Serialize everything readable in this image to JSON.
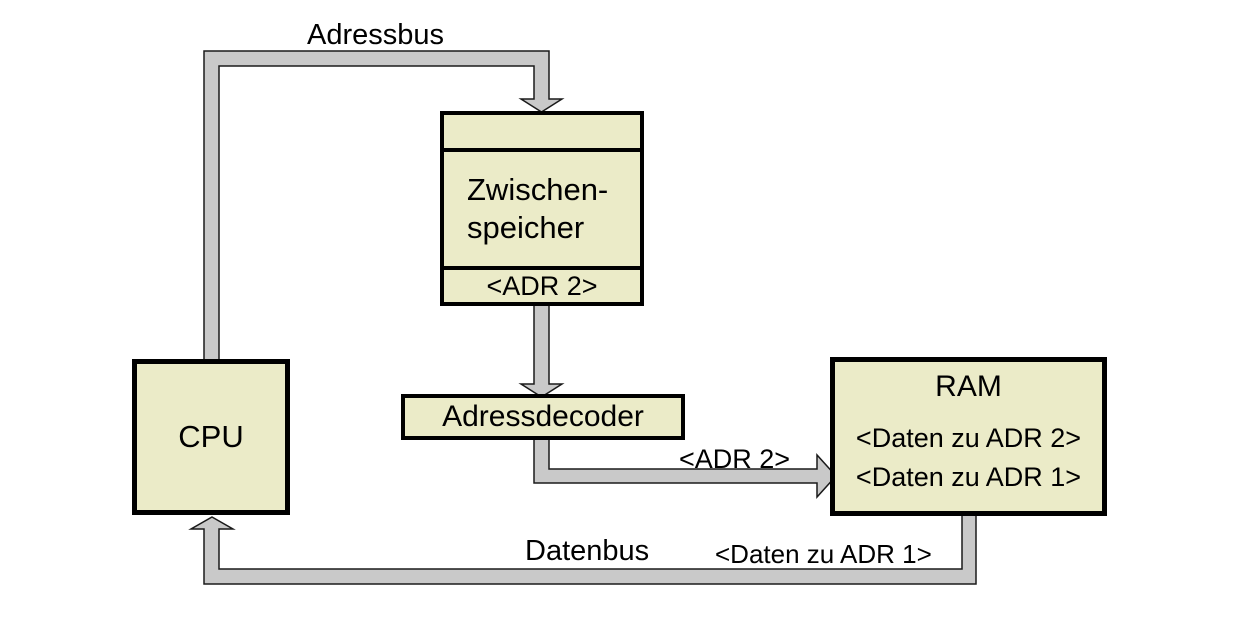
{
  "diagram": {
    "bus_labels": {
      "adressbus": "Adressbus",
      "datenbus": "Datenbus",
      "adr2_on_bus": "<ADR 2>",
      "daten_zu_adr1_on_bus": "<Daten zu ADR 1>"
    },
    "nodes": {
      "cpu": {
        "label": "CPU"
      },
      "zwischenspeicher": {
        "label_line1": "Zwischen-",
        "label_line2": "speicher",
        "slot_value": "<ADR 2>"
      },
      "adressdecoder": {
        "label": "Adressdecoder"
      },
      "ram": {
        "title": "RAM",
        "content_line1": "<Daten zu ADR 2>",
        "content_line2": "<Daten zu ADR 1>"
      }
    },
    "colors": {
      "background": "#FFFFFF",
      "box_fill": "#EBEBC8",
      "box_border": "#000000",
      "bus_fill": "#C9C9C9",
      "bus_outline": "#1A1A1A"
    }
  }
}
